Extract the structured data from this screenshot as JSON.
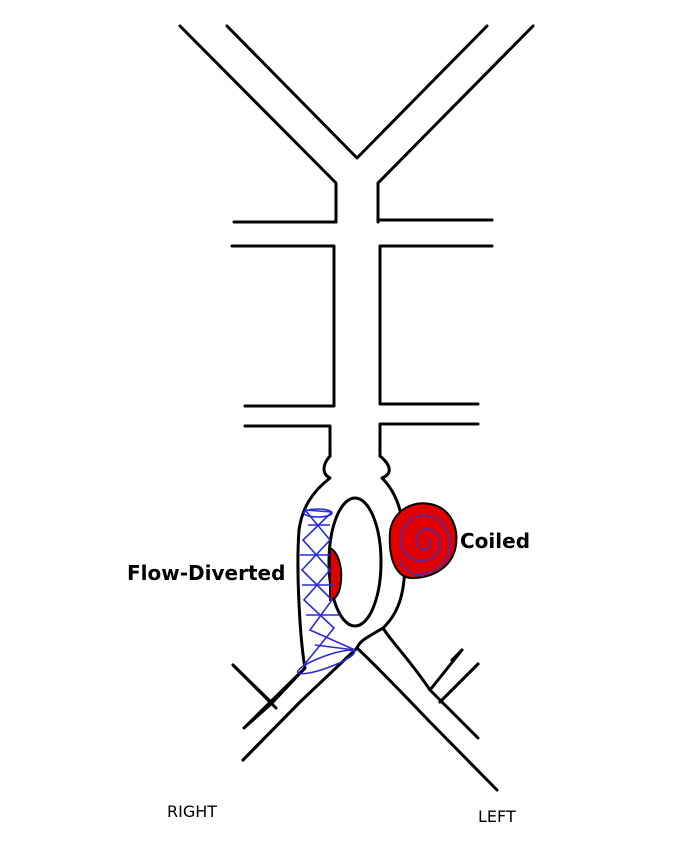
{
  "labels": {
    "flow_diverted": "Flow-Diverted",
    "coiled": "Coiled",
    "right": "RIGHT",
    "left": "LEFT"
  },
  "colors": {
    "vessel": "#000000",
    "aneurysm_fill": "#e00000",
    "coil": "#5a2a9e",
    "stent": "#2a2ad8",
    "background": "#ffffff"
  }
}
